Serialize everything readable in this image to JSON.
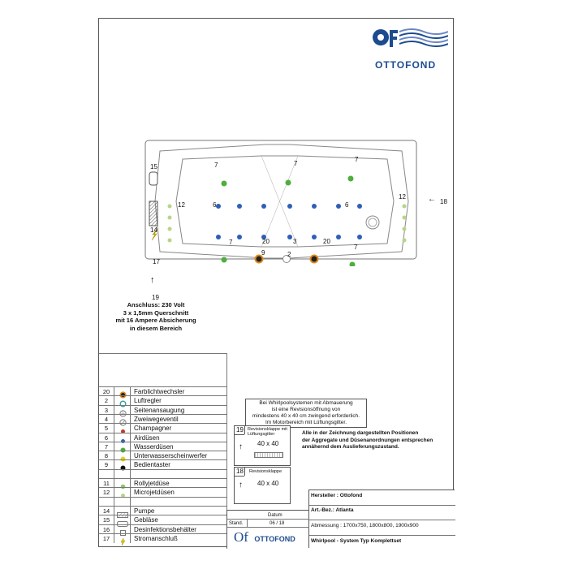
{
  "logo": {
    "mark": "Of",
    "name": "OTTOFOND"
  },
  "drawing": {
    "labels": {
      "l15": "15",
      "l14": "14",
      "l17": "17",
      "l12a": "12",
      "l12b": "12",
      "l6a": "6",
      "l6b": "6",
      "l18": "18",
      "l19": "19",
      "l7a": "7",
      "l7b": "7",
      "l7c": "7",
      "l7d": "7",
      "l7e": "7",
      "l20a": "20",
      "l20b": "20",
      "l3": "3",
      "l9": "9",
      "l2": "2"
    }
  },
  "connection_note": [
    "Anschluss: 230 Volt",
    "3 x 1,5mm Querschnitt",
    "mit 16 Ampere Absicherung",
    "in diesem Bereich"
  ],
  "legend": [
    {
      "num": "20",
      "label": "Farblichtwechsler",
      "icon": "ring-orange"
    },
    {
      "num": "2",
      "label": "Luftregler",
      "icon": "ring-teal"
    },
    {
      "num": "3",
      "label": "Seitenansaugung",
      "icon": "grid-circle"
    },
    {
      "num": "4",
      "label": "Zweiwegeventil",
      "icon": "valve-circle"
    },
    {
      "num": "5",
      "label": "Champagner",
      "icon": "dot-red"
    },
    {
      "num": "6",
      "label": "Airdüsen",
      "icon": "dot-blue"
    },
    {
      "num": "7",
      "label": "Wasserdüsen",
      "icon": "dot-green"
    },
    {
      "num": "8",
      "label": "Unterwasserscheinwerfer",
      "icon": "dot-yellow"
    },
    {
      "num": "9",
      "label": "Bedientaster",
      "icon": "dot-black"
    },
    {
      "num": "",
      "label": "",
      "icon": ""
    },
    {
      "num": "11",
      "label": "Rollyjetdüse",
      "icon": "dot-lightgreen"
    },
    {
      "num": "12",
      "label": "Microjetdüsen",
      "icon": "dot-palegreen"
    },
    {
      "num": "",
      "label": "",
      "icon": ""
    },
    {
      "num": "14",
      "label": "Pumpe",
      "icon": "hatch"
    },
    {
      "num": "15",
      "label": "Gebläse",
      "icon": "rounded"
    },
    {
      "num": "16",
      "label": "Desinfektionsbehälter",
      "icon": "box"
    },
    {
      "num": "17",
      "label": "Stromanschluß",
      "icon": "bolt"
    }
  ],
  "notice": [
    "Bei Whirlpoolsystemen mit Abmauerung",
    "ist eine Revisionsöffnung von",
    "mindestens 40 x 40 cm zwingend erforderlich.",
    "Im Motorbereich mit Lüftungsgitter."
  ],
  "hatch19": {
    "num": "19",
    "title": [
      "Revisionsklappe mit",
      "Lüftungsgitter"
    ],
    "size": "40 x 40"
  },
  "hatch18": {
    "num": "18",
    "title": "Revisionsklappe",
    "size": "40 x 40"
  },
  "positions_note": [
    "Alle in der Zeichnung dargestellten Positionen",
    "der Aggregate und Düsenanordnungen entsprechen",
    "annähernd dem Auslieferungszustand."
  ],
  "titleblock": {
    "hersteller": "Hersteller : Ottofond",
    "artbez": "Art.-Bez.: Atlanta",
    "abmessung": "Abmessung : 1700x750, 1800x800, 1900x900",
    "typ": "Whirlpool - System Typ Komplettset",
    "datum_label": "Datum",
    "stand_label": "Stand.",
    "datum": "06 / 18"
  }
}
